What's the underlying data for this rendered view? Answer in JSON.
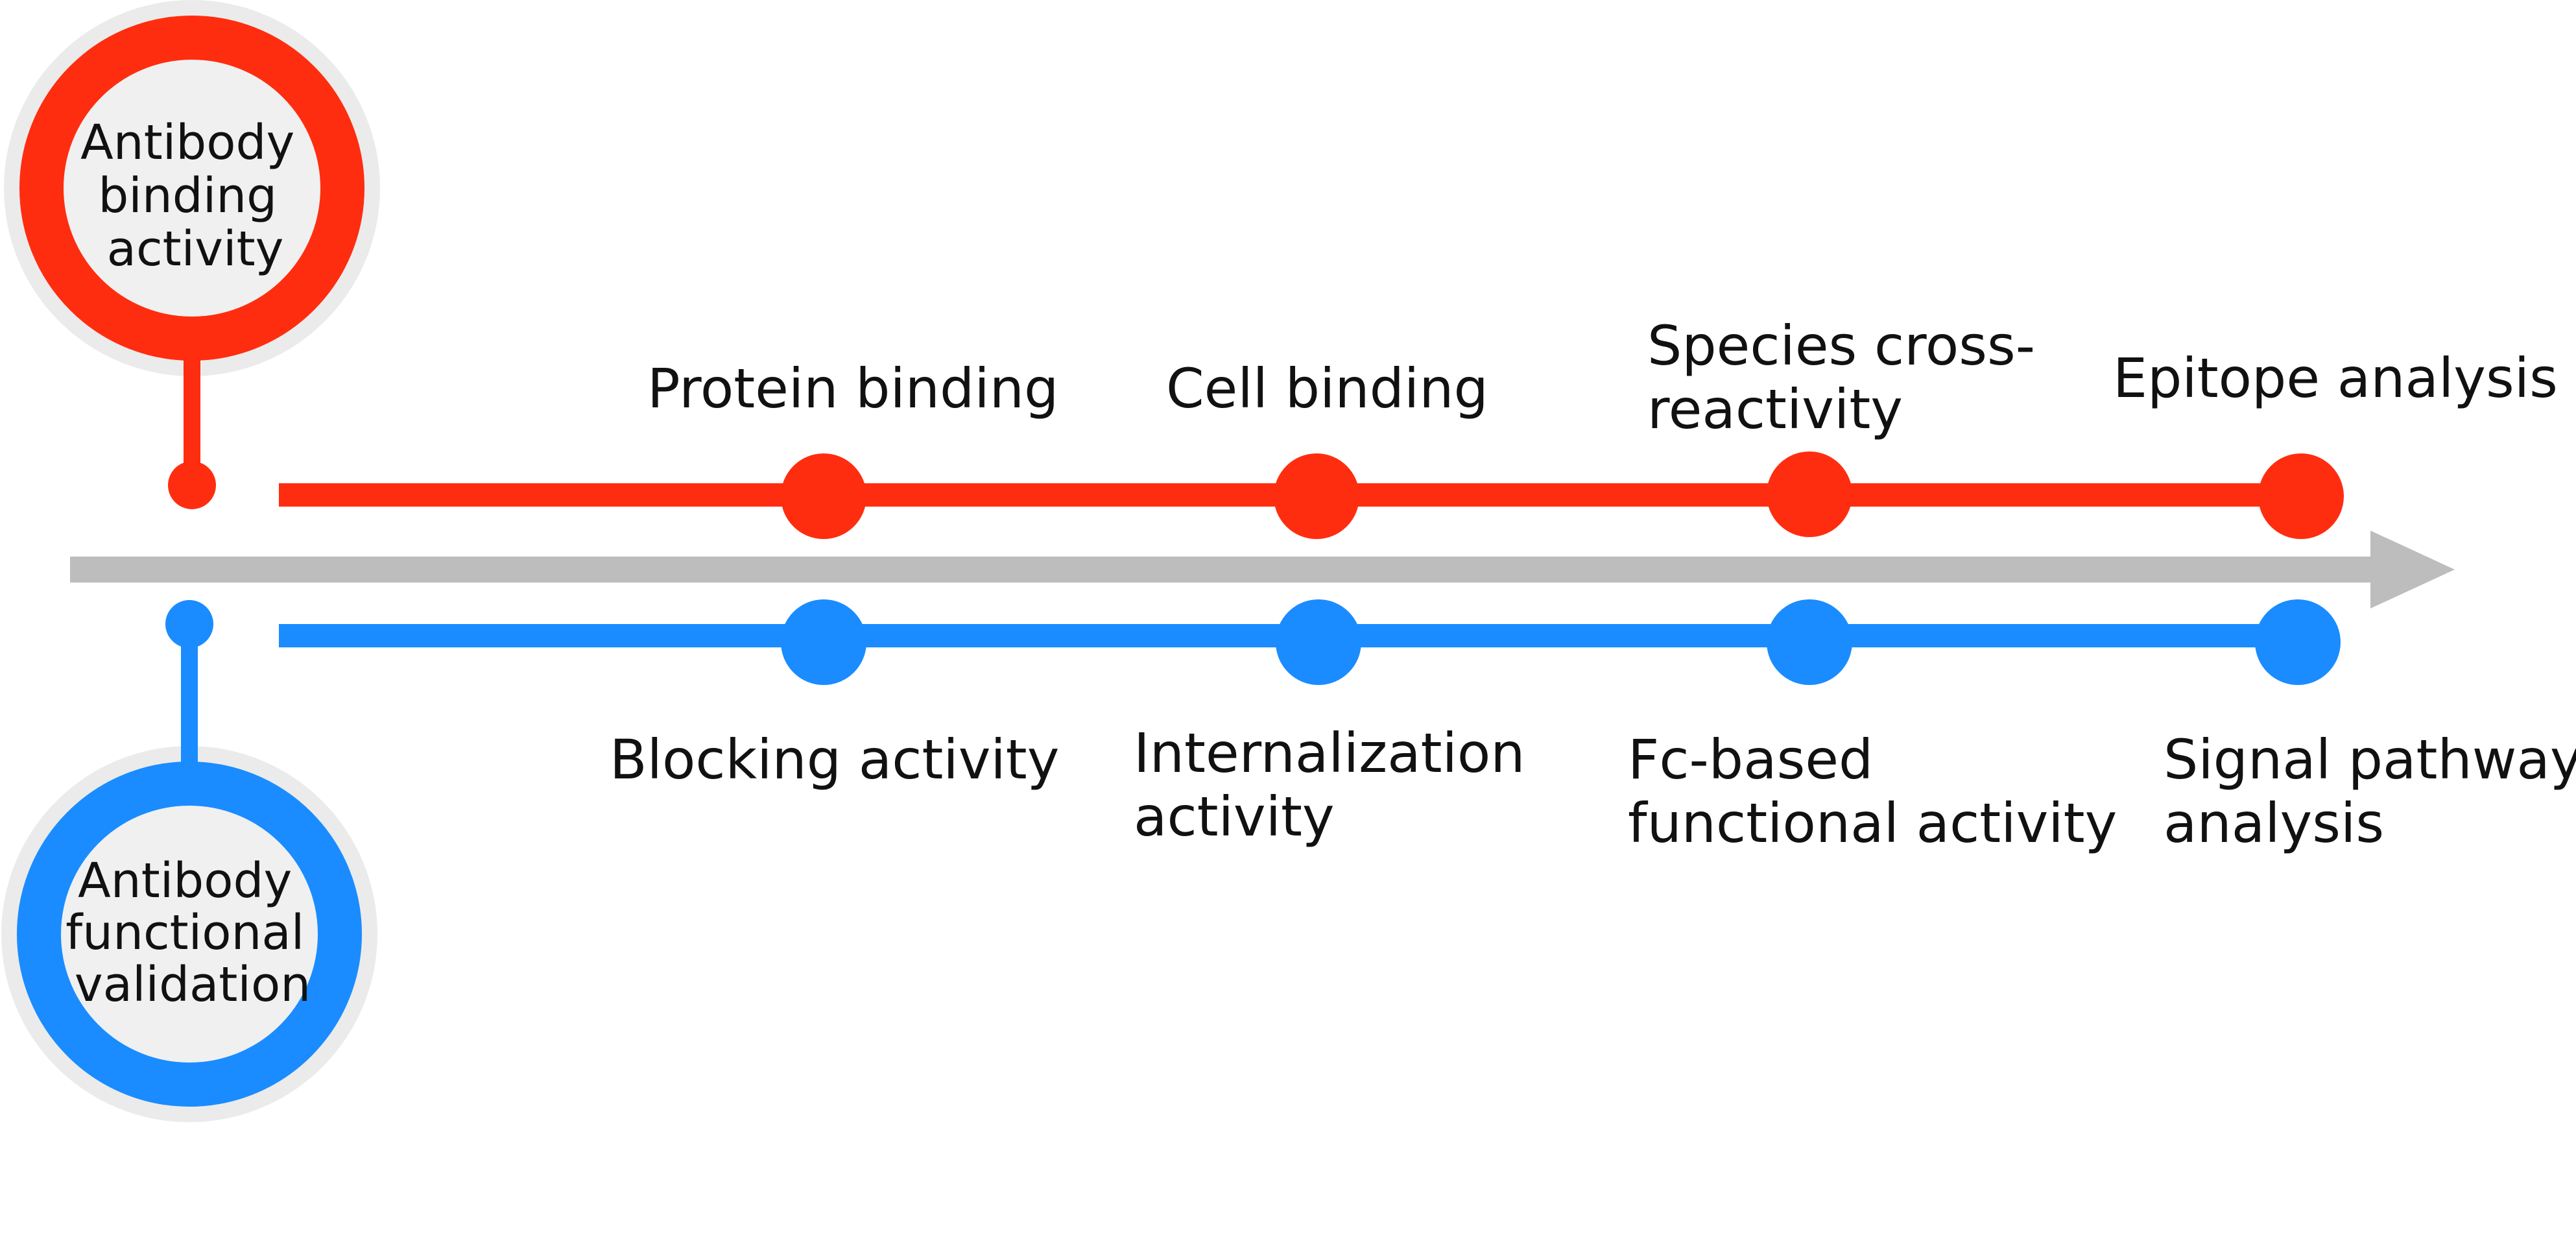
{
  "colors": {
    "binding": "#ff2d0f",
    "functional": "#1a8cff",
    "axis": "#bdbdbd",
    "hub_fill": "#f0f0f0",
    "hub_halo": "#ebebeb",
    "text": "#111111"
  },
  "binding_track": {
    "hub_lines": [
      "Antibody",
      "binding",
      "activity"
    ],
    "milestones": [
      {
        "lines": [
          "Protein binding"
        ]
      },
      {
        "lines": [
          "Cell binding"
        ]
      },
      {
        "lines": [
          "Species cross-",
          "reactivity"
        ]
      },
      {
        "lines": [
          "Epitope analysis"
        ]
      }
    ]
  },
  "functional_track": {
    "hub_lines": [
      "Antibody",
      "functional",
      "validation"
    ],
    "milestones": [
      {
        "lines": [
          "Blocking activity"
        ]
      },
      {
        "lines": [
          "Internalization",
          "activity"
        ]
      },
      {
        "lines": [
          "Fc-based",
          "functional activity"
        ]
      },
      {
        "lines": [
          "Signal pathway",
          "analysis"
        ]
      }
    ]
  }
}
